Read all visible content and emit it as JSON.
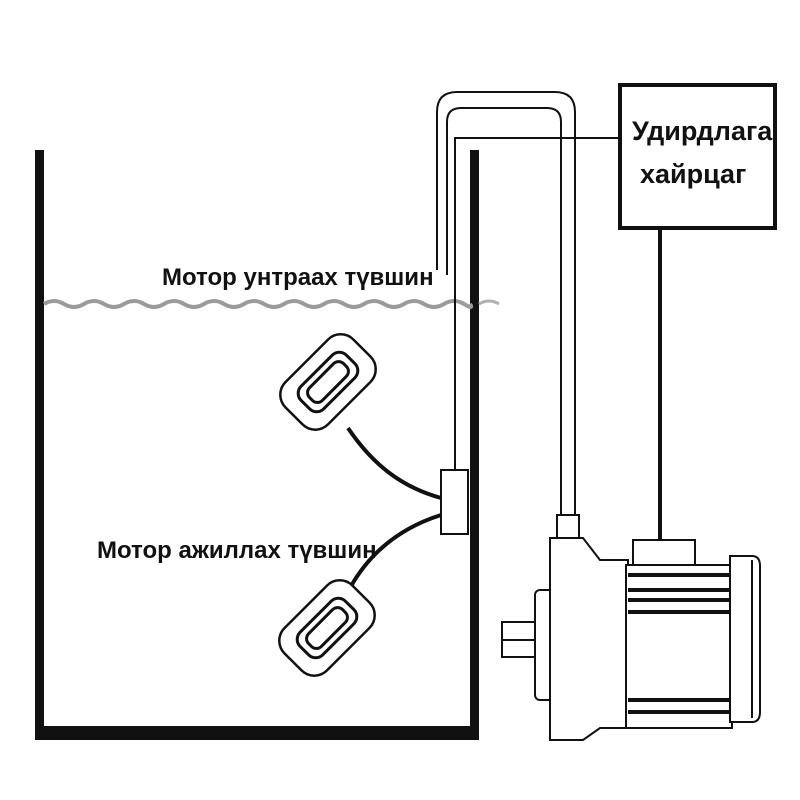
{
  "labels": {
    "motor_off_level": "Мотор унтраах түвшин",
    "motor_on_level": "Мотор ажиллах түвшин",
    "control_box_line1": "Удирдлага",
    "control_box_line2": "хайрцаг"
  },
  "colors": {
    "ink": "#111111",
    "water_line": "#9a9a9a",
    "background": "#ffffff"
  }
}
